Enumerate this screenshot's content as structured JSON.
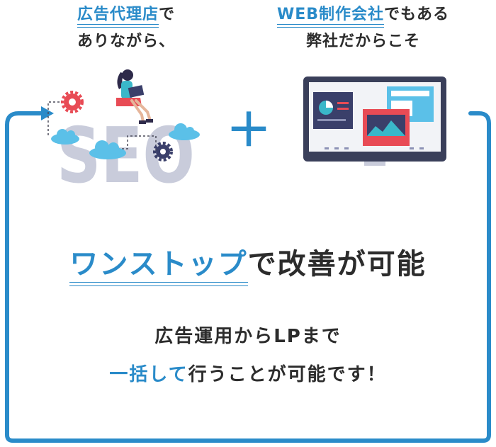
{
  "left_caption": {
    "line1_highlight": "広告代理店",
    "line1_rest": "で",
    "line2": "ありながら、"
  },
  "right_caption": {
    "line1_highlight": "WEB制作会社",
    "line1_rest": "でもある",
    "line2": "弊社だからこそ"
  },
  "seo_illustration": {
    "letters": "SEO"
  },
  "plus_sign": "＋",
  "headline": {
    "highlight": "ワンストップ",
    "rest": "で改善が可能"
  },
  "body": {
    "line1": "広告運用からLPまで",
    "line2_highlight": "一括して",
    "line2_rest": "行うことが可能です！"
  },
  "colors": {
    "accent": "#2a8bc9",
    "text": "#2c2c2c",
    "seo_letters": "#c9ccdb"
  }
}
